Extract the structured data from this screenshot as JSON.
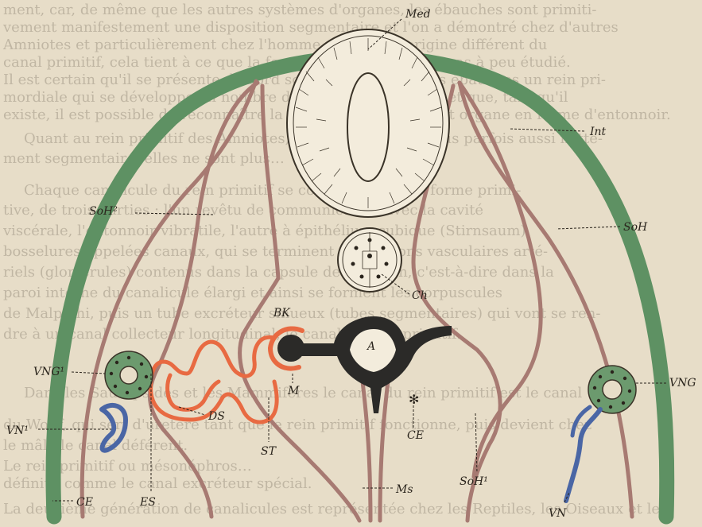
{
  "figure": {
    "labels": {
      "med": "Med",
      "int": "Int",
      "soh2": "SoH²",
      "soh": "SoH",
      "ch": "Ch",
      "bk": "BK",
      "a": "A",
      "m": "M",
      "vng1": "VNG¹",
      "vng": "VNG",
      "vn1": "VN¹",
      "vn": "VN",
      "ds": "DS",
      "st": "ST",
      "ce_center": "CE",
      "ce_bottom": "CE",
      "es": "ES",
      "ms": "Ms",
      "soh1": "SoH¹"
    },
    "colors": {
      "ectoderm": "#5e9163",
      "mesoderm": "#a77a72",
      "nephric": "#e86a42",
      "aorta": "#2b2a28",
      "vein": "#4a66a5",
      "ganglion": "#6c9a6e",
      "paper": "#e7ddc8",
      "ink": "#2a241c"
    },
    "background_text": [
      "ment, car, de même que les autres systèmes d'organes, les ébauches sont primiti-",
      "vement manifestement une disposition segmentaire et l'on a démontré chez d'autres",
      "Amniotes et particulièrement chez l'homme un mode d'origine différent du",
      "canal primitif, cela tient à ce que la formation du canal n'est pas à peu étudié.",
      "Il est certain qu'il se présente d'abord sous forme de simples ébauches un rein pri-",
      "mordiale qui se développe en nombre de somites antérieurs, et que, tant qu'il",
      "existe, il est possible de reconnaître la nature primitive de cet organe en forme d'entonnoir.",
      "Quant au rein primitif des Amniotes, son ébauche n'est plus parfois aussi nette-",
      "ment segmentaire, elles ne sont plus…",
      "Chaque canalicule du rein primitif se compose, dans sa forme primi-",
      "tive, de trois parties : l'un revêtu de communication avec la cavité",
      "viscérale, l'entonnoir vibratile, l'autre à épithélium cubique (Stirnsaum),",
      "bosselures appelées canaux, qui se terminent en pelotons vasculaires arté-",
      "riels (glomérules) contenus dans la capsule de Bowman, c'est-à-dire dans la",
      "paroi interne du canalicule élargi et ainsi se forment les corpuscules",
      "de Malpighi, puis un tube excréteur sinueux (tubes segmentaires) qui vont se ren-",
      "dre à un canal collecteur longitudinal, le canal du rein primitif.",
      "Dans les Sauropsidés et les Mammifères le canal du rein primitif est le canal",
      "du Wolff, qui sert d'uretère tant que le rein primitif fonctionne, puis devient chez",
      "le mâle le canal déférent.",
      "Le rein primitif ou mésonéphros…",
      "définitif comme le canal excréteur spécial.",
      "La deuxième génération de canalicules est représentée chez les Reptiles, les Oiseaux et les"
    ]
  }
}
